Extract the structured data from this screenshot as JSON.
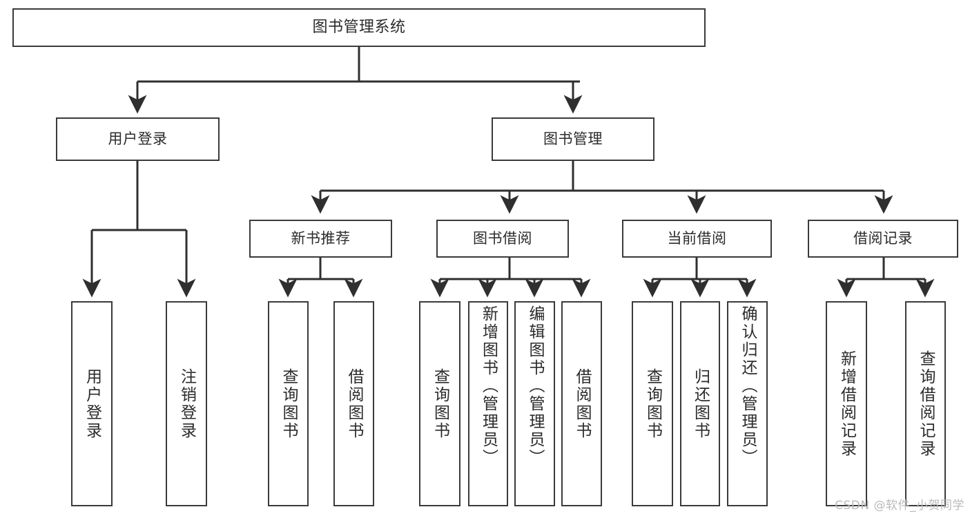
{
  "diagram": {
    "title": "图书管理系统",
    "type": "hierarchy-tree",
    "root": {
      "label": "图书管理系统"
    },
    "level2": [
      {
        "label": "用户登录"
      },
      {
        "label": "图书管理"
      }
    ],
    "level3": [
      {
        "label": "新书推荐"
      },
      {
        "label": "图书借阅"
      },
      {
        "label": "当前借阅"
      },
      {
        "label": "借阅记录"
      }
    ],
    "leaves": {
      "user_login": [
        {
          "label": "用户登录"
        },
        {
          "label": "注销登录"
        }
      ],
      "new_book_recommend": [
        {
          "label": "查询图书"
        },
        {
          "label": "借阅图书"
        }
      ],
      "book_borrow": [
        {
          "label": "查询图书"
        },
        {
          "label": "新增图书（管理员）"
        },
        {
          "label": "编辑图书（管理员）"
        },
        {
          "label": "借阅图书"
        }
      ],
      "current_borrow": [
        {
          "label": "查询图书"
        },
        {
          "label": "归还图书"
        },
        {
          "label": "确认归还（管理员）"
        }
      ],
      "borrow_record": [
        {
          "label": "新增借阅记录"
        },
        {
          "label": "查询借阅记录"
        }
      ]
    }
  },
  "watermark": {
    "text": "CSDN @软件_小贺同学"
  },
  "colors": {
    "box_border": "#3a3a3a",
    "text": "#2b2b2b",
    "background": "#ffffff",
    "watermark": "#b9b9b9"
  }
}
